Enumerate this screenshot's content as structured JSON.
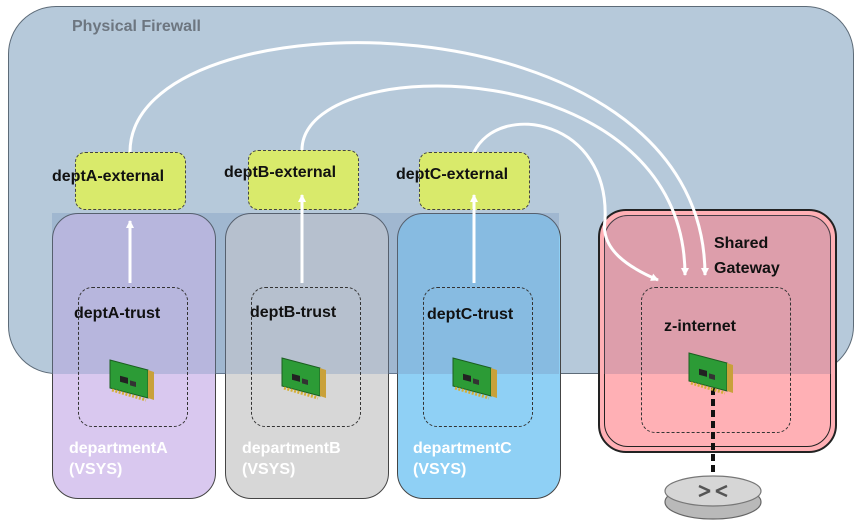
{
  "firewall": {
    "title": "Physical Firewall"
  },
  "vsys": [
    {
      "trust_zone": "deptA-trust",
      "external_zone": "deptA-external",
      "name": "departmentA",
      "tag": "(VSYS)"
    },
    {
      "trust_zone": "deptB-trust",
      "external_zone": "deptB-external",
      "name": "departmentB",
      "tag": "(VSYS)"
    },
    {
      "trust_zone": "deptC-trust",
      "external_zone": "deptC-external",
      "name": "departmentC",
      "tag": "(VSYS)"
    }
  ],
  "shared_gateway": {
    "title_line1": "Shared",
    "title_line2": "Gateway",
    "zone": "z-internet"
  },
  "colors": {
    "firewall_bg": "#b6c9da",
    "external_zone": "#d9ea6b",
    "departmentA": "#d9c8ef",
    "departmentB": "#d7d7d7",
    "departmentC": "#8fd0f5",
    "shared_gateway": "#ffb0b5"
  },
  "icons": {
    "nic": "network-interface-card-icon",
    "router": "router-icon"
  }
}
